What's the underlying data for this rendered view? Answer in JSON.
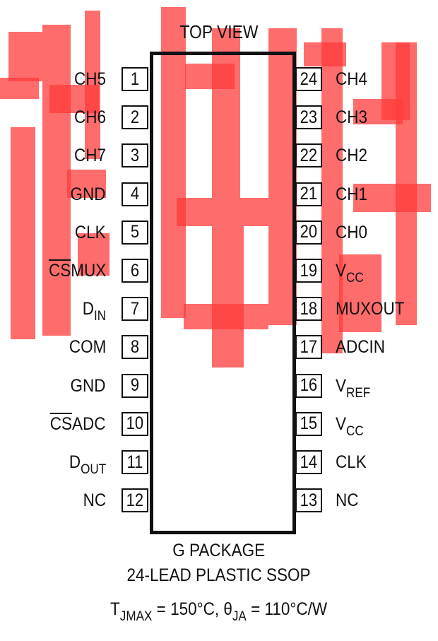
{
  "title": "TOP VIEW",
  "left_pins": [
    {
      "number": "1",
      "label": "CH5"
    },
    {
      "number": "2",
      "label": "CH6"
    },
    {
      "number": "3",
      "label": "CH7"
    },
    {
      "number": "4",
      "label": "GND"
    },
    {
      "number": "5",
      "label": "CLK"
    },
    {
      "number": "6",
      "label_over": "CS",
      "label_rest": "MUX"
    },
    {
      "number": "7",
      "label": "D",
      "label_sub": "IN"
    },
    {
      "number": "8",
      "label": "COM"
    },
    {
      "number": "9",
      "label": "GND"
    },
    {
      "number": "10",
      "label_over": "CS",
      "label_rest": "ADC"
    },
    {
      "number": "11",
      "label": "D",
      "label_sub": "OUT"
    },
    {
      "number": "12",
      "label": "NC"
    }
  ],
  "right_pins": [
    {
      "number": "24",
      "label": "CH4"
    },
    {
      "number": "23",
      "label": "CH3"
    },
    {
      "number": "22",
      "label": "CH2"
    },
    {
      "number": "21",
      "label": "CH1"
    },
    {
      "number": "20",
      "label": "CH0"
    },
    {
      "number": "19",
      "label": "V",
      "label_sub": "CC"
    },
    {
      "number": "18",
      "label": "MUXOUT"
    },
    {
      "number": "17",
      "label": "ADCIN"
    },
    {
      "number": "16",
      "label": "V",
      "label_sub": "REF"
    },
    {
      "number": "15",
      "label": "V",
      "label_sub": "CC"
    },
    {
      "number": "14",
      "label": "CLK"
    },
    {
      "number": "13",
      "label": "NC"
    }
  ],
  "package": {
    "line1": "G PACKAGE",
    "line2": "24-LEAD PLASTIC SSOP",
    "thermal": {
      "tj_prefix": "T",
      "tj_sub": "JMAX",
      "tj_value": " = 150°C, θ",
      "theta_sub": "JA",
      "theta_value": " = 110°C/W"
    }
  },
  "watermark_color": "#ff3b3b"
}
